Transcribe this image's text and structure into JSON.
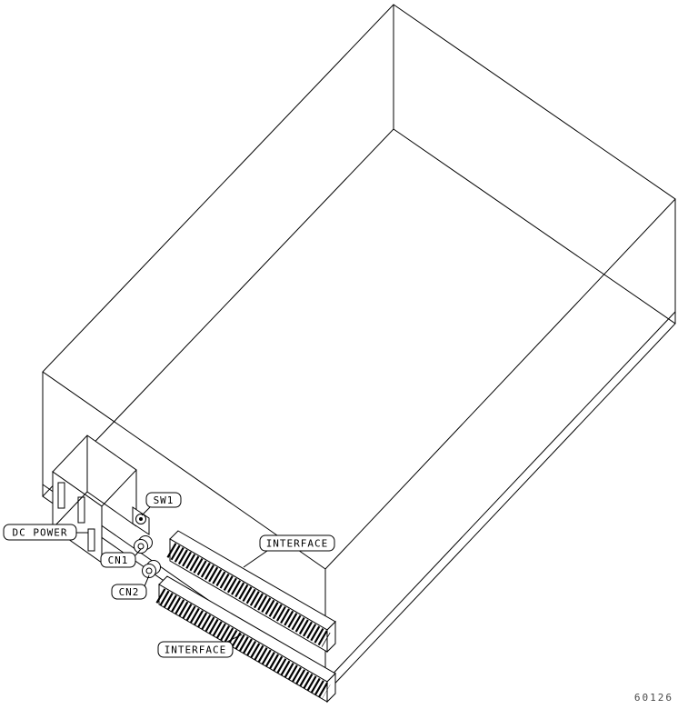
{
  "diagram": {
    "callouts": {
      "dc_power": "DC POWER",
      "sw1": "SW1",
      "cn1": "CN1",
      "cn2": "CN2",
      "interface_upper": "INTERFACE",
      "interface_lower": "INTERFACE"
    },
    "figure_number": "60126"
  },
  "colors": {
    "line": "#000000",
    "background": "#ffffff",
    "figure_number": "#4a4a4a"
  }
}
